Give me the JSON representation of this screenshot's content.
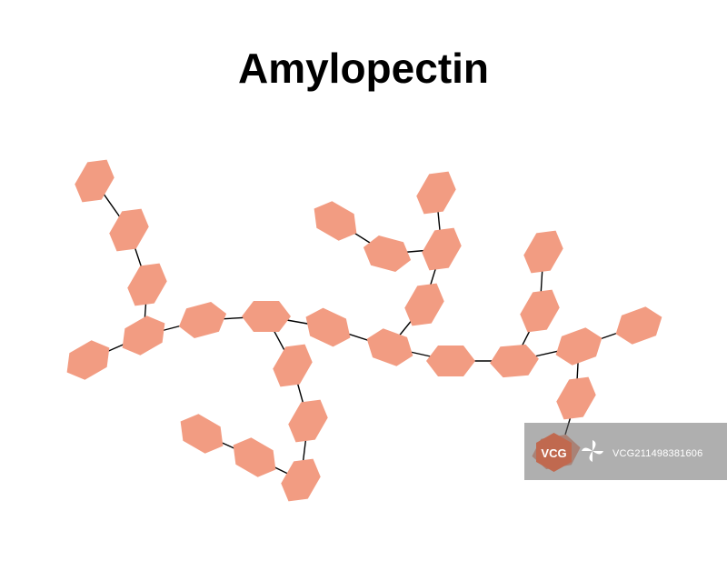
{
  "title": "Amylopectin",
  "colors": {
    "glucose": "#f29c82",
    "bond": "#000000"
  },
  "watermark": {
    "logo": "VCG",
    "id": "VCG211498381606"
  }
}
